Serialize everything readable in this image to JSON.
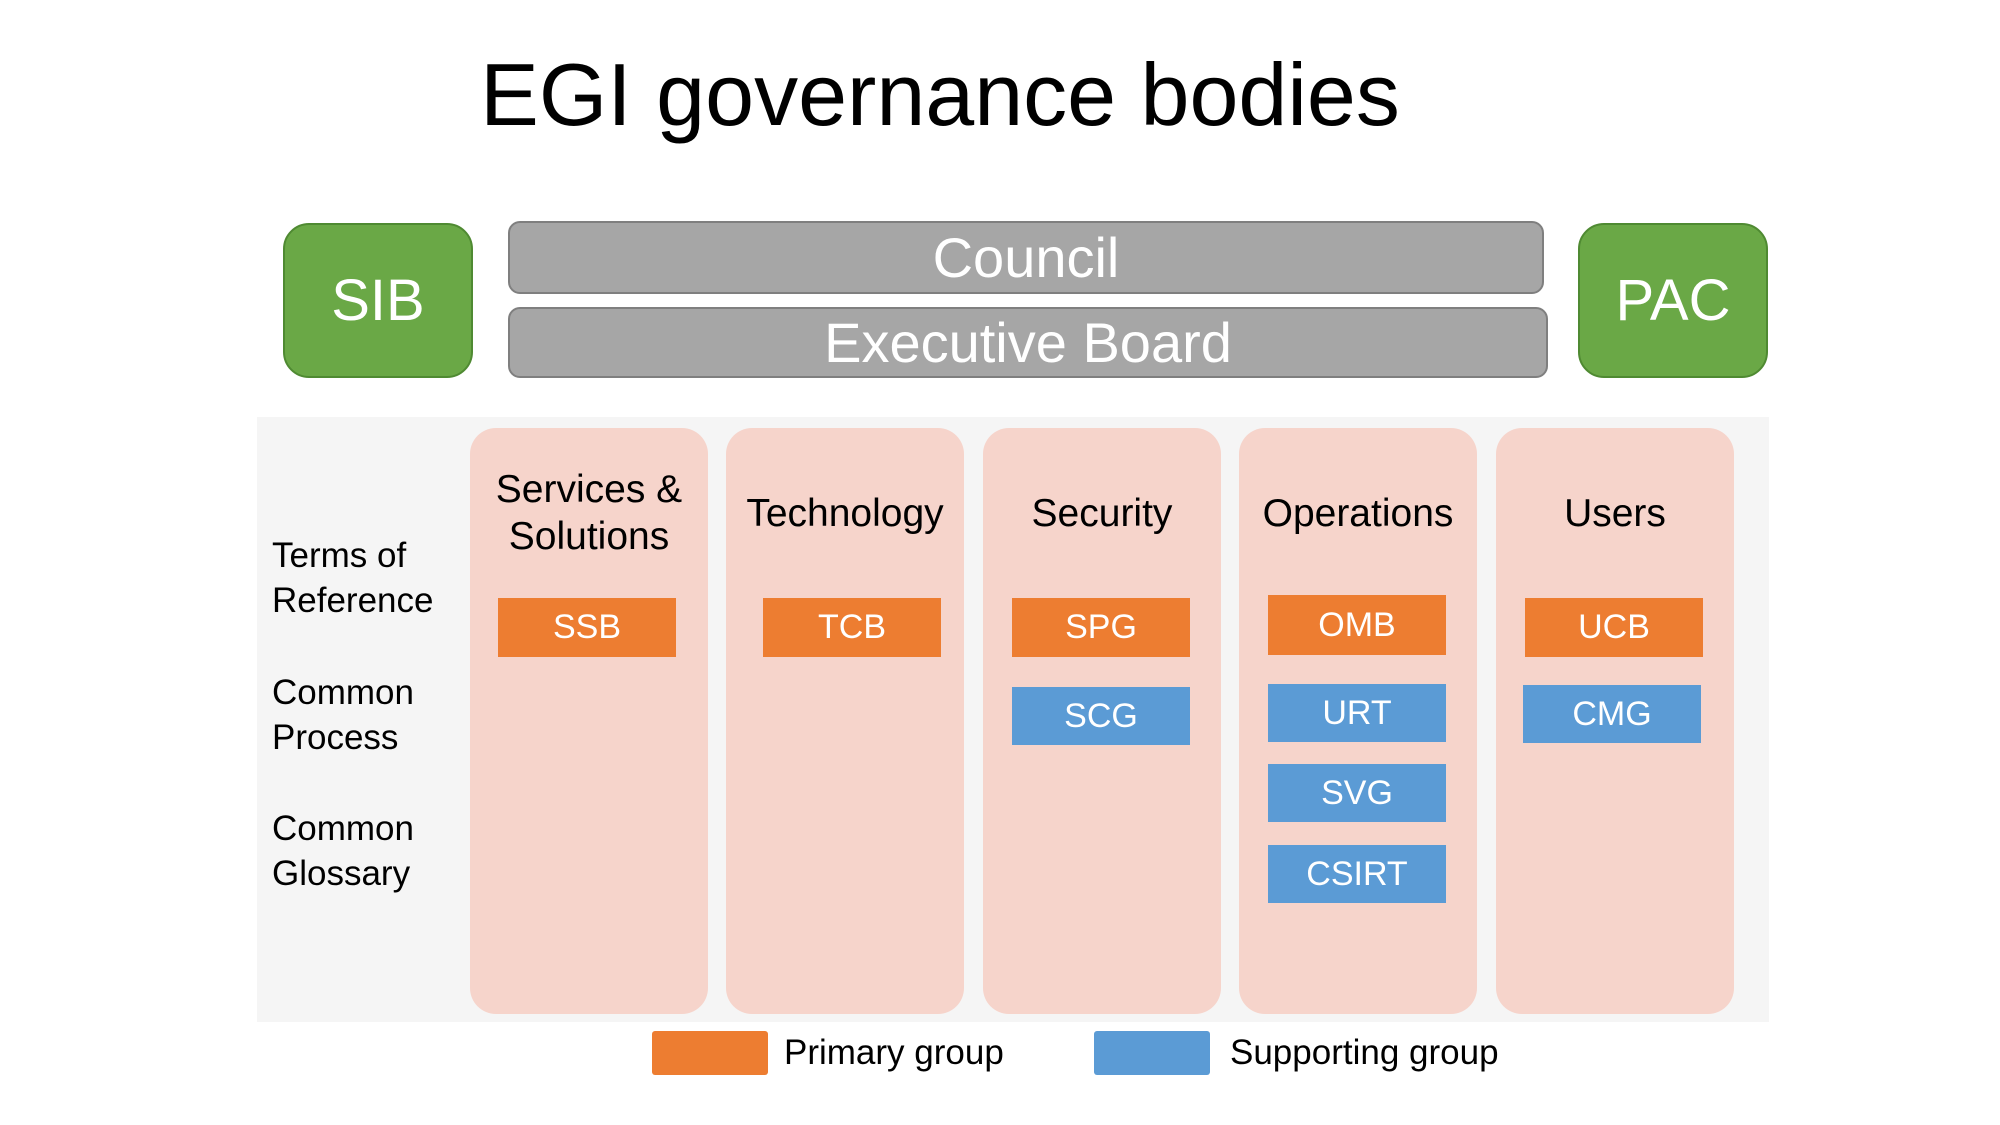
{
  "title": "EGI governance bodies",
  "colors": {
    "primary": "#ed7d31",
    "supporting": "#5b9bd5",
    "green": "#6aa846",
    "grey": "#a6a6a6",
    "column": "#f6d4cb"
  },
  "top": {
    "left": "SIB",
    "right": "PAC",
    "council": "Council",
    "executive_board": "Executive Board"
  },
  "side_labels": {
    "terms": "Terms of\nReference",
    "process": "Common\nProcess",
    "glossary": "Common\nGlossary"
  },
  "columns": [
    {
      "title": "Services &\nSolutions",
      "groups": [
        {
          "label": "SSB",
          "type": "primary"
        }
      ]
    },
    {
      "title": "Technology",
      "groups": [
        {
          "label": "TCB",
          "type": "primary"
        }
      ]
    },
    {
      "title": "Security",
      "groups": [
        {
          "label": "SPG",
          "type": "primary"
        },
        {
          "label": "SCG",
          "type": "supporting"
        }
      ]
    },
    {
      "title": "Operations",
      "groups": [
        {
          "label": "OMB",
          "type": "primary"
        },
        {
          "label": "URT",
          "type": "supporting"
        },
        {
          "label": "SVG",
          "type": "supporting"
        },
        {
          "label": "CSIRT",
          "type": "supporting"
        }
      ]
    },
    {
      "title": "Users",
      "groups": [
        {
          "label": "UCB",
          "type": "primary"
        },
        {
          "label": "CMG",
          "type": "supporting"
        }
      ]
    }
  ],
  "legend": {
    "primary": "Primary group",
    "supporting": "Supporting group"
  }
}
